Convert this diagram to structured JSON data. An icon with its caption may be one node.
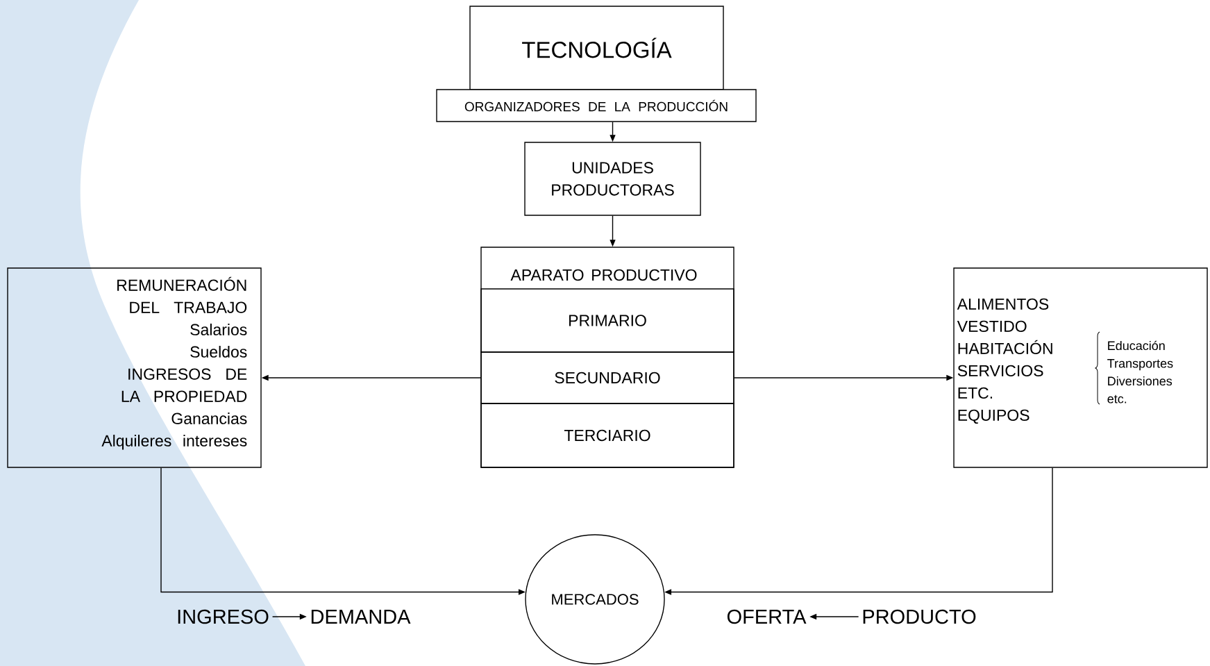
{
  "diagram": {
    "nodes": [
      {
        "text": [
          "TECNOLOGÍA"
        ]
      },
      {
        "text": [
          "ORGANIZADORES DE LA PRODUCCIÓN"
        ]
      },
      {
        "text": [
          "UNIDADES PRODUCTORAS"
        ]
      },
      {
        "text": [
          "APARATO PRODUCTIVO"
        ]
      },
      {
        "text": [
          "PRIMARIO"
        ],
        "in": 3
      },
      {
        "text": [
          "SECUNDARIO"
        ],
        "in": 3
      },
      {
        "text": [
          "TERCIARIO"
        ],
        "in": 3
      },
      {
        "text": [
          "REMUNERACIÓN DEL TRABAJO",
          "Salarios",
          "Sueldos",
          "INGRESOS DE LA PROPIEDAD",
          "Ganancias",
          "Alquileres intereses"
        ]
      },
      {
        "text": [
          "ALIMENTOS",
          "VESTIDO",
          "HABITACIÓN",
          "SERVICIOS",
          "ETC.",
          "EQUIPOS",
          "Educación",
          "Transportes",
          "Diversiones",
          "etc."
        ]
      },
      {
        "text": [
          "MERCADOS"
        ]
      },
      {
        "text": [
          "INGRESO"
        ]
      },
      {
        "text": [
          "DEMANDA"
        ]
      },
      {
        "text": [
          "OFERTA"
        ]
      },
      {
        "text": [
          "PRODUCTO"
        ]
      }
    ],
    "edges": [
      {
        "from": 1,
        "to": 2,
        "arrow": "to"
      },
      {
        "from": 2,
        "to": 3,
        "arrow": "to"
      },
      {
        "from": 5,
        "to": 7,
        "arrow": "to"
      },
      {
        "from": 5,
        "to": 8,
        "arrow": "to"
      },
      {
        "from": 7,
        "to": 9,
        "arrow": "to"
      },
      {
        "from": 8,
        "to": 9,
        "arrow": "to"
      },
      {
        "from": 10,
        "to": 11,
        "arrow": "to"
      },
      {
        "from": 13,
        "to": 12,
        "arrow": "to"
      }
    ]
  }
}
